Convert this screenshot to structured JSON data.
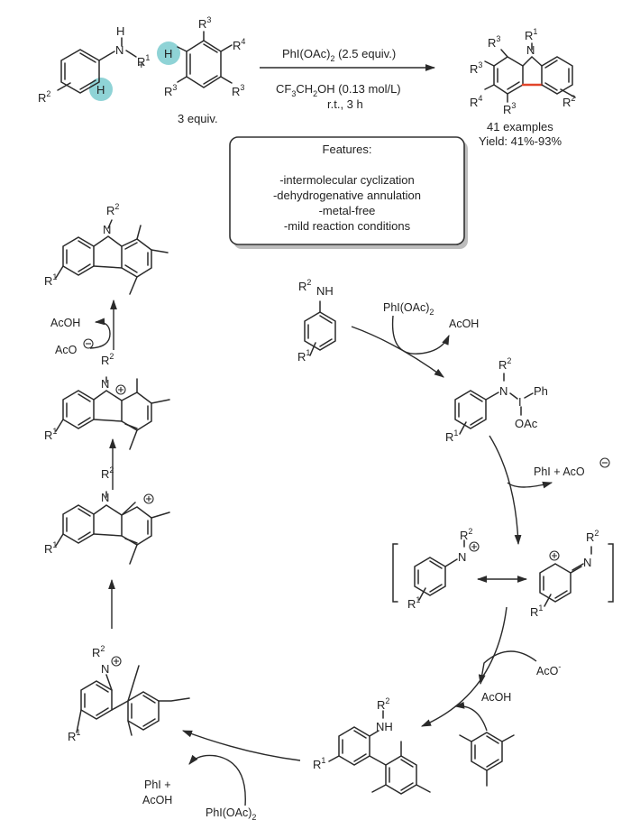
{
  "reaction": {
    "reactant1": {
      "nh_h": "H",
      "n": "N",
      "r1": "R",
      "r1_sup": "1",
      "r2": "R",
      "r2_sup": "2",
      "h_highlight": "H"
    },
    "plus": "+",
    "reactant2": {
      "h_highlight": "H",
      "r3_top": "R",
      "r4": "R",
      "r3_left": "R",
      "r3_right": "R",
      "sup3": "3",
      "sup4": "4",
      "equiv": "3 equiv."
    },
    "conditions_above": "PhI(OAc)",
    "conditions_above_sub": "2",
    "conditions_above_tail": " (2.5 equiv.)",
    "conditions_below_1": "CF",
    "conditions_below_sub1": "3",
    "conditions_below_2": "CH",
    "conditions_below_sub2": "2",
    "conditions_below_3": "OH (0.13 mol/L)",
    "conditions_below_line2": "r.t., 3 h",
    "product": {
      "r1": "R",
      "r1_sup": "1",
      "n": "N",
      "r3": "R",
      "sup3": "3",
      "r4": "R",
      "sup4": "4",
      "r2": "R",
      "sup2": "2",
      "examples": "41 examples",
      "yield": "Yield: 41%-93%"
    },
    "highlight_color": "#8fd3d6",
    "new_bond_color": "#e2452a"
  },
  "features": {
    "title": "Features:",
    "items": [
      "-intermolecular cyclization",
      "-dehydrogenative annulation",
      "-metal-free",
      "-mild reaction conditions"
    ]
  },
  "mechanism": {
    "start": {
      "r2": "R",
      "sup2": "2",
      "nh": "NH",
      "r1": "R",
      "sup1": "1"
    },
    "step1_reagent": "PhI(OAc)",
    "step1_reagent_sub": "2",
    "step1_byproduct": "AcOH",
    "iodane": {
      "r2": "R",
      "sup2": "2",
      "n": "N",
      "i": "I",
      "ph": "Ph",
      "oac": "OAc",
      "r1": "R",
      "sup1": "1"
    },
    "step2_byproduct": "PhI + AcO",
    "nitrenium_a": {
      "r2": "R",
      "sup2": "2",
      "n": "N",
      "r1": "R",
      "sup1": "1"
    },
    "nitrenium_b": {
      "r2": "R",
      "sup2": "2",
      "n": "N",
      "r1": "R",
      "sup1": "1"
    },
    "step3_base": "AcO",
    "step3_base_charge": "-",
    "step3_byproduct": "AcOH",
    "biaryl_amine": {
      "r2": "R",
      "sup2": "2",
      "nh": "NH",
      "r1": "R",
      "sup1": "1"
    },
    "step4_reagent": "PhI(OAc)",
    "step4_reagent_sub": "2",
    "step4_byproduct_1": "PhI +",
    "step4_byproduct_2": "AcOH",
    "biaryl_nitrenium": {
      "r2": "R",
      "sup2": "2",
      "n": "N",
      "r1": "R",
      "sup1": "1"
    },
    "spiro": {
      "r2": "R",
      "sup2": "2",
      "n": "N",
      "r1": "R",
      "sup1": "1"
    },
    "carbazolium": {
      "r2": "R",
      "sup2": "2",
      "n": "N",
      "r1": "R",
      "sup1": "1"
    },
    "final_step_byproduct": "AcOH",
    "final_step_base": "AcO",
    "carbazole": {
      "r2": "R",
      "sup2": "2",
      "n": "N",
      "r1": "R",
      "sup1": "1"
    }
  }
}
